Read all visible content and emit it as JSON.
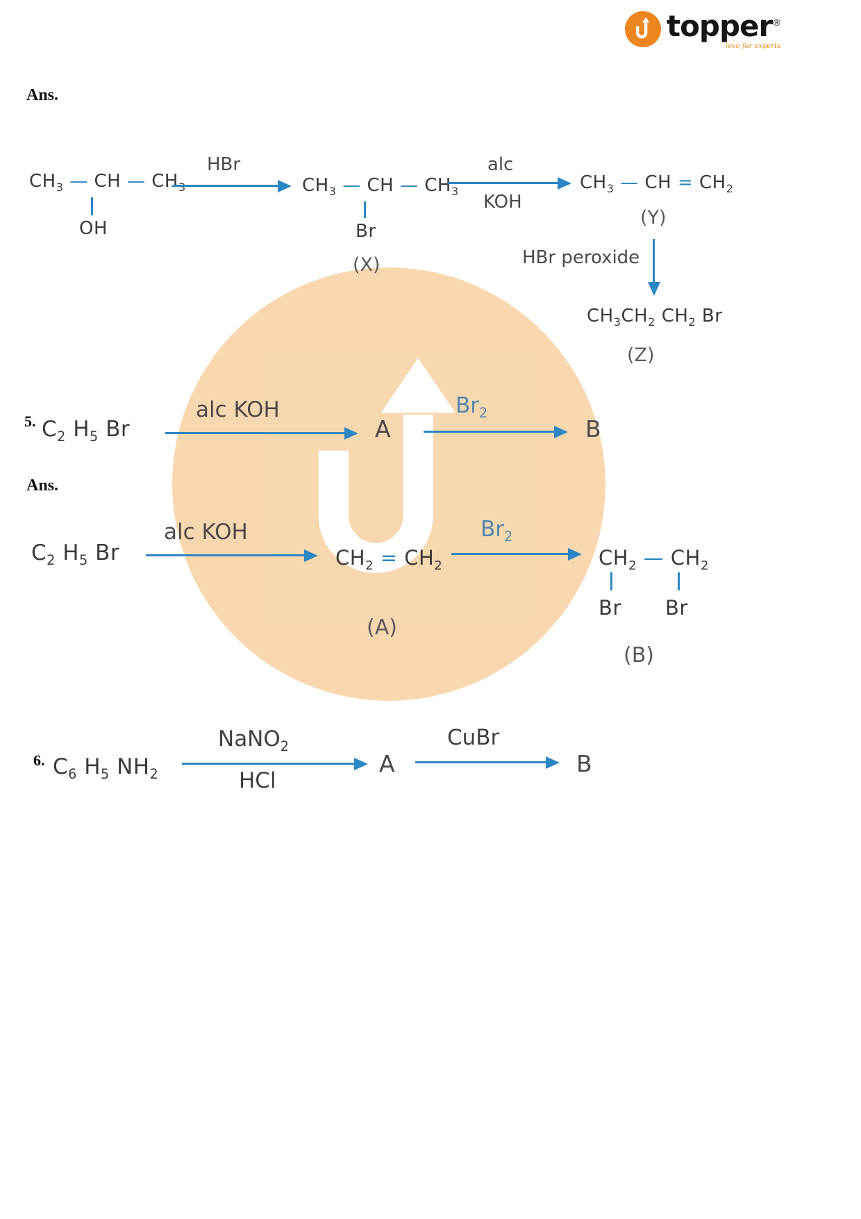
{
  "logo": {
    "brand": "topper",
    "registered": "®",
    "tagline": "love for experts"
  },
  "ans1": "Ans.",
  "ans2": "Ans.",
  "scheme1": {
    "reactant": "CH_3 — CH — CH_3",
    "reactant_sub": "OH",
    "reagent1": "HBr",
    "intermediate": "CH_3 — CH — CH_3",
    "intermediate_sub": "Br",
    "intermediate_label": "(X)",
    "reagent2_top": "alc",
    "reagent2_bottom": "KOH",
    "product1": "CH_3 — CH = CH_2",
    "product1_label": "(Y)",
    "reagent3": "HBr peroxide",
    "product2": "CH_3CH_2 CH_2 Br",
    "product2_label": "(Z)"
  },
  "q5": {
    "number": "5.",
    "reactant": "C_2 H_5 Br",
    "reagent1": "alc KOH",
    "a": "A",
    "reagent2": "Br_2",
    "b": "B"
  },
  "ans5": {
    "reactant": "C_2 H_5 Br",
    "reagent1": "alc KOH",
    "product1": "CH_2 = CH_2",
    "product1_label": "(A)",
    "reagent2": "Br_2",
    "product2": "CH_2 — CH_2",
    "product2_sub_left": "Br",
    "product2_sub_right": "Br",
    "product2_label": "(B)"
  },
  "q6": {
    "number": "6.",
    "reactant": "C_6 H_5 NH_2",
    "reagent1_top": "NaNO_2",
    "reagent1_bottom": "HCl",
    "a": "A",
    "reagent2": "CuBr",
    "b": "B"
  }
}
